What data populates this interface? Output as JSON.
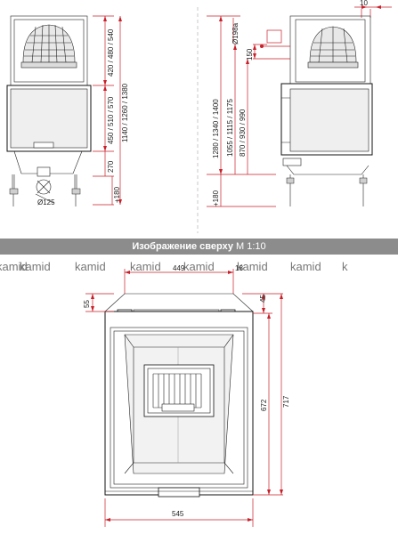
{
  "banner": {
    "bold": "Изображение сверху",
    "scale": "M 1:10"
  },
  "watermark": [
    "kamid",
    "kamid",
    "kamid",
    "kamid",
    "kamid",
    "kamid",
    "kamid",
    "k"
  ],
  "front_view": {
    "top_dims": "420 / 480 / 540",
    "mid_dims": "450 / 510 / 570",
    "total_dims": "1140 / 1260 / 1380",
    "leg_dim": "270",
    "flue_dim": "Ø125",
    "foot_dim": "+180"
  },
  "side_view": {
    "top_offset": "10",
    "flue_dia": "Ø198a",
    "flue_height": "150",
    "total_dims": "1280 / 1340 / 1400",
    "mid_dims": "1055 / 1115 / 1175",
    "low_dims": "870 / 930 / 990",
    "foot_dim": "+180"
  },
  "top_view": {
    "width_top": "449",
    "right_small": "18",
    "left_depth": "55",
    "right_depth": "45",
    "inner_depth": "672",
    "total_depth": "717",
    "bottom_width": "545"
  },
  "accent_color": "#c8202a"
}
